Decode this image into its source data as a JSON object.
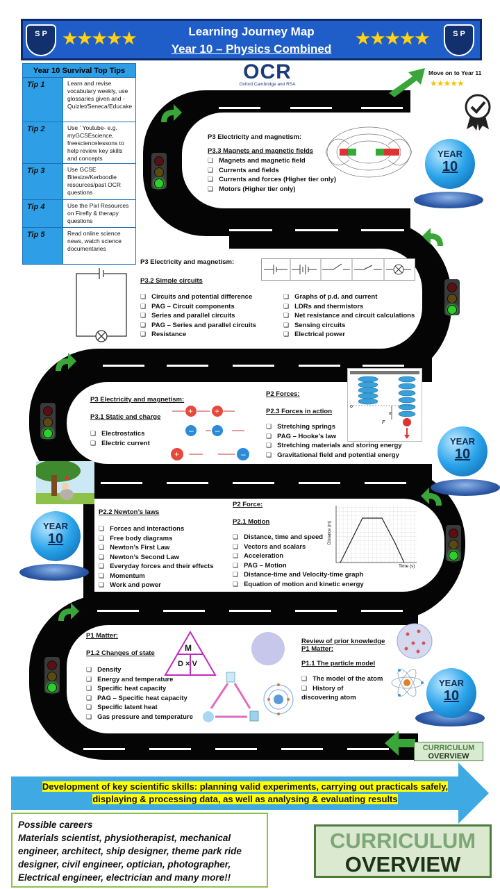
{
  "header": {
    "title": "Learning Journey Map",
    "subtitle": "Year 10 – Physics Combined",
    "crest_text": "S P"
  },
  "tips": {
    "heading": "Year 10 Survival Top Tips",
    "rows": [
      {
        "label": "Tip 1",
        "text": "Learn and revise vocabulary weekly, use glossaries given and - Quizlet/Seneca/Educake"
      },
      {
        "label": "Tip 2",
        "text": "Use ‘ Youtube- e.g. myGCSEscience, freesciencelessons to help review key skills and concepts"
      },
      {
        "label": "Tip 3",
        "text": "Use GCSE Bitesize/Kerboodle resources/past OCR questions"
      },
      {
        "label": "Tip 4",
        "text": "Use the Pixl Resources on Firefly & therapy questions"
      },
      {
        "label": "Tip 5",
        "text": "Read online science news, watch science documentaries"
      }
    ]
  },
  "ocr": {
    "logo": "OCR",
    "tagline": "Oxford Cambridge and RSA"
  },
  "move_on": "Move on to Year 11",
  "year_bubble": {
    "line1": "YEAR",
    "line2": "10"
  },
  "sections": {
    "p33": {
      "title": "P3 Electricity and magnetism:",
      "subtitle": "P3.3 Magnets and magnetic fields",
      "items": [
        "Magnets and magnetic field",
        "Currents and fields",
        "Currents and forces (Higher tier only)",
        "Motors (Higher tier only)"
      ]
    },
    "p32": {
      "title": "P3 Electricity and magnetism:",
      "subtitle": "P3.2 Simple circuits",
      "items_left": [
        "Circuits and potential difference",
        "PAG – Circuit components",
        "Series and parallel circuits",
        "PAG – Series and parallel circuits",
        "Resistance"
      ],
      "items_right": [
        "Graphs of p.d. and current",
        "LDRs and thermistors",
        "Net resistance and circuit calculations",
        "Sensing circuits",
        "Electrical power"
      ]
    },
    "p31": {
      "title": "P3 Electricity and magnetism:",
      "subtitle": "P3.1 Static and charge",
      "items": [
        "Electrostatics",
        "Electric current"
      ]
    },
    "p23": {
      "title": "P2 Forces:",
      "subtitle": "P2.3 Forces in action",
      "items": [
        "Stretching springs",
        "PAG – Hooke’s law",
        "Stretching materials and storing energy",
        "Gravitational field and potential energy"
      ]
    },
    "p22": {
      "subtitle": "P2.2 Newton’s laws",
      "items": [
        "Forces and interactions",
        "Free body diagrams",
        "Newton’s First Law",
        "Newton’s Second Law",
        "Everyday forces and their effects",
        "Momentum",
        "Work and power"
      ]
    },
    "p21": {
      "title": "P2 Force:",
      "subtitle": "P2.1 Motion",
      "items": [
        "Distance, time and speed",
        "Vectors and scalars",
        "Acceleration",
        "PAG – Motion",
        "Distance-time and Velocity-time graph",
        "Equation of motion and kinetic energy"
      ]
    },
    "p12": {
      "title": "P1 Matter:",
      "subtitle": "P1.2 Changes of state",
      "items": [
        "Density",
        "Energy and temperature",
        "Specific heat capacity",
        "PAG – Specific heat capacity",
        "Specific latent heat",
        "Gas pressure and temperature"
      ]
    },
    "p11": {
      "title1": "Review of prior knowledge",
      "title2": "P1 Matter:",
      "subtitle": "P1.1 The particle model",
      "items": [
        "The model of the atom",
        "History of discovering atom"
      ]
    }
  },
  "triangle": {
    "top": "M",
    "bottom": "D × V"
  },
  "graph": {
    "ylabel": "Distance (m)",
    "xlabel": "Time (s)"
  },
  "springs": {
    "o_label": "o",
    "x_label": "x",
    "f_label": "F"
  },
  "skills": {
    "line1": "Development of key scientific skills: planning valid experiments, carrying out practicals safely,",
    "line2": "displaying & processing data, as well as analysing & evaluating results"
  },
  "careers": {
    "heading": "Possible careers",
    "text": "Materials scientist, physiotherapist, mechanical engineer, architect, ship designer, theme park ride designer, civil engineer, optician, photographer, Electrical engineer, electrician and many more!!"
  },
  "curriculum": {
    "line1": "CURRICULUM",
    "line2": "OVERVIEW"
  },
  "colors": {
    "header_blue": "#1f5ec9",
    "tip_blue": "#2e9fe6",
    "road": "#050505",
    "highlight": "#ffff00",
    "arrow_green": "#3aa63a"
  }
}
